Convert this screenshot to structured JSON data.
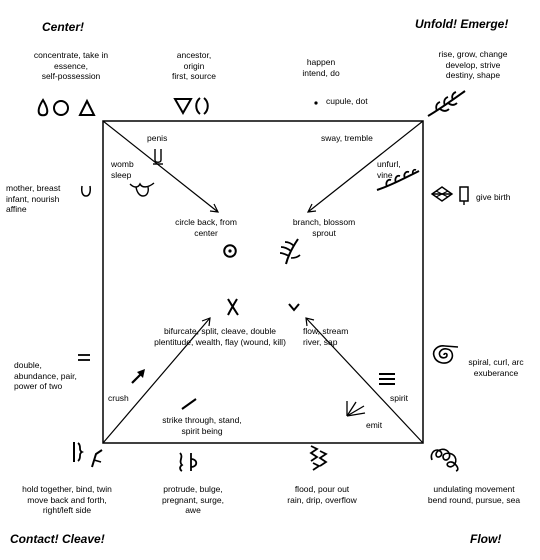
{
  "corners": {
    "top_left": "Center!",
    "top_right": "Unfold!  Emerge!",
    "bottom_left": "Contact!  Cleave!",
    "bottom_right": "Flow!"
  },
  "labels": {
    "concentrate": [
      "concentrate, take in",
      "essence,",
      "self-possession"
    ],
    "ancestor": [
      "ancestor,",
      "origin",
      "first, source"
    ],
    "happen": [
      "happen",
      "intend, do"
    ],
    "cupule": "cupule, dot",
    "rise": [
      "rise, grow,  change",
      "develop, strive",
      "destiny, shape"
    ],
    "penis": "penis",
    "womb": [
      "womb",
      "sleep"
    ],
    "sway": "sway, tremble",
    "unfurl": [
      "unfurl,",
      "vine"
    ],
    "mother": [
      "mother, breast",
      "infant, nourish",
      "affine"
    ],
    "give_birth": "give birth",
    "circle_back": [
      "circle back, from",
      "center"
    ],
    "branch": [
      "branch, blossom",
      "sprout"
    ],
    "bifurcate": [
      "bifurcate, split, cleave, double",
      "plentitude, wealth, flay (wound, kill)"
    ],
    "flow_stream": [
      "flow, stream",
      "river, sap"
    ],
    "double": [
      "double,",
      "abundance, pair,",
      "power of two"
    ],
    "spiral": [
      "spiral, curl, arc",
      "exuberance"
    ],
    "crush": "crush",
    "strike": [
      "strike through, stand,",
      "spirit being"
    ],
    "spirit": "spirit",
    "emit": "emit",
    "hold": [
      "hold together, bind, twin",
      "move back and forth,",
      "right/left side"
    ],
    "protrude": [
      "protrude, bulge,",
      "pregnant, surge,",
      "awe"
    ],
    "flood": [
      "flood, pour out",
      "rain, drip, overflow"
    ],
    "undulating": [
      "undulating movement",
      "bend round, pursue, sea"
    ]
  }
}
